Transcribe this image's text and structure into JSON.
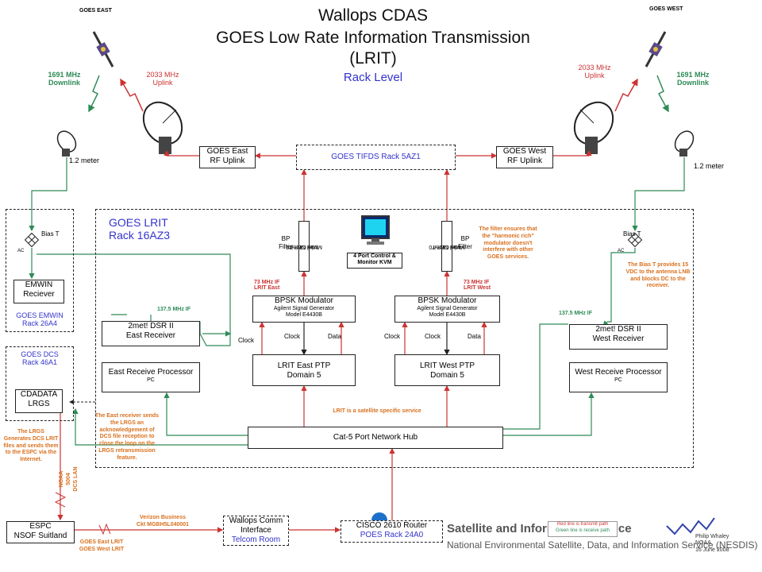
{
  "title": {
    "line1": "Wallops CDAS",
    "line2": "GOES Low Rate Information Transmission",
    "line3": "(LRIT)",
    "line4": "Rack Level"
  },
  "satellites": {
    "east_label": "GOES EAST",
    "west_label": "GOES WEST"
  },
  "links": {
    "east_down_1": "1691 MHz",
    "east_down_2": "Downlink",
    "east_up_1": "2033 MHz",
    "east_up_2": "Uplink",
    "west_up_1": "2033 MHz",
    "west_up_2": "Uplink",
    "west_down_1": "1691 MHz",
    "west_down_2": "Downlink",
    "meter_east": "1.2 meter",
    "meter_west": "1.2 meter"
  },
  "boxes": {
    "east_rf_1": "GOES East",
    "east_rf_2": "RF Uplink",
    "west_rf_1": "GOES West",
    "west_rf_2": "RF Uplink",
    "tifds": "GOES TIFDS Rack 5AZ1",
    "emwin_1": "EMWIN",
    "emwin_2": "Reciever",
    "bpsk_east_title": "BPSK Modulator",
    "bpsk_east_sub1": "Agilent Signal Generator",
    "bpsk_east_sub2": "Model E4430B",
    "bpsk_west_title": "BPSK Modulator",
    "bpsk_west_sub1": "Agilent Signal Generator",
    "bpsk_west_sub2": "Model E4430B",
    "dsr_east_1": "2met! DSR II",
    "dsr_east_2": "East Receiver",
    "dsr_west_1": "2met! DSR II",
    "dsr_west_2": "West Receiver",
    "ptp_east_1": "LRIT East PTP",
    "ptp_east_2": "Domain 5",
    "ptp_west_1": "LRIT West PTP",
    "ptp_west_2": "Domain 5",
    "erp_1": "East Receive Processor",
    "erp_2": "PC",
    "wrp_1": "West Receive Processor",
    "wrp_2": "PC",
    "cdadata_1": "CDADATA",
    "cdadata_2": "LRGS",
    "hub": "Cat-5 Port Network Hub",
    "espc_1": "ESPC",
    "espc_2": "NSOF Suitland",
    "wallops_comm_1": "Wallops Comm",
    "wallops_comm_2": "Interface",
    "wallops_comm_3": "Telcom Room",
    "cisco_1": "CISCO 2610 Router",
    "cisco_2": "POES Rack 24A0",
    "kvm_1": "4 Port Control &",
    "kvm_2": "Monitor KVM",
    "mini_circuit_1": "Mini Circuit",
    "mini_circuit_2": "Model NBP-70"
  },
  "racks": {
    "lrit_1": "GOES LRIT",
    "lrit_2": "Rack 16AZ3",
    "emwin_1": "GOES EMWIN",
    "emwin_2": "Rack 26A4",
    "dcs_1": "GOES DCS",
    "dcs_2": "Rack 46A1"
  },
  "labels": {
    "bias_t_east": "Bias T",
    "bias_t_west": "Bias T",
    "ac_east": "AC",
    "ac_west": "AC",
    "bp_filter_1": "BP",
    "bp_filter_2": "Filter",
    "if_east_1": "73 MHz IF",
    "if_east_2": "LRIT East",
    "if_west_1": "73 MHz IF",
    "if_west_2": "LRIT West",
    "if137_east": "137.5 MHz IF",
    "if137_west": "137.5 MHz IF",
    "clock": "Clock",
    "data": "Data",
    "lrit_service": "LRIT is a satellite specific service",
    "noaa_5004_1": "NOAA 5004",
    "noaa_5004_2": "DCS LAN",
    "verizon_1": "Verizon Business",
    "verizon_2": "Ckt MGBH5L040001",
    "espc_east": "GOES East LRIT",
    "espc_west": "GOES West LRIT"
  },
  "notes": {
    "filter_note": "The filter ensures that the \"harmonic rich\" modulator doesn't interfere with other GOES services.",
    "bias_note": "The Bias T provides 15 VDC to the antenna LNB and blocks DC to the receiver.",
    "lrgs_note": "The LRGS Generates DCS LRIT files and sends them to the ESPC via the Internet.",
    "east_receiver_note": "The East receiver sends the LRGS an acknowledgement of DCS file reception to close the loop on the LRGS retransmission feature."
  },
  "legend": {
    "red_line": "Red line is transmit path",
    "green_line": "Green line is receive path"
  },
  "footer": {
    "sis": "Satellite and Information Service",
    "nesdis": "National Environmental Satellite, Data, and Information Service (NESDIS)",
    "author": "Philip Whaley",
    "org": "NOAA",
    "date": "16 June 2008"
  },
  "colors": {
    "transmit": "#cc3333",
    "receive": "#2e8b57",
    "note": "#d9701d",
    "rack_title": "#3333cc"
  }
}
